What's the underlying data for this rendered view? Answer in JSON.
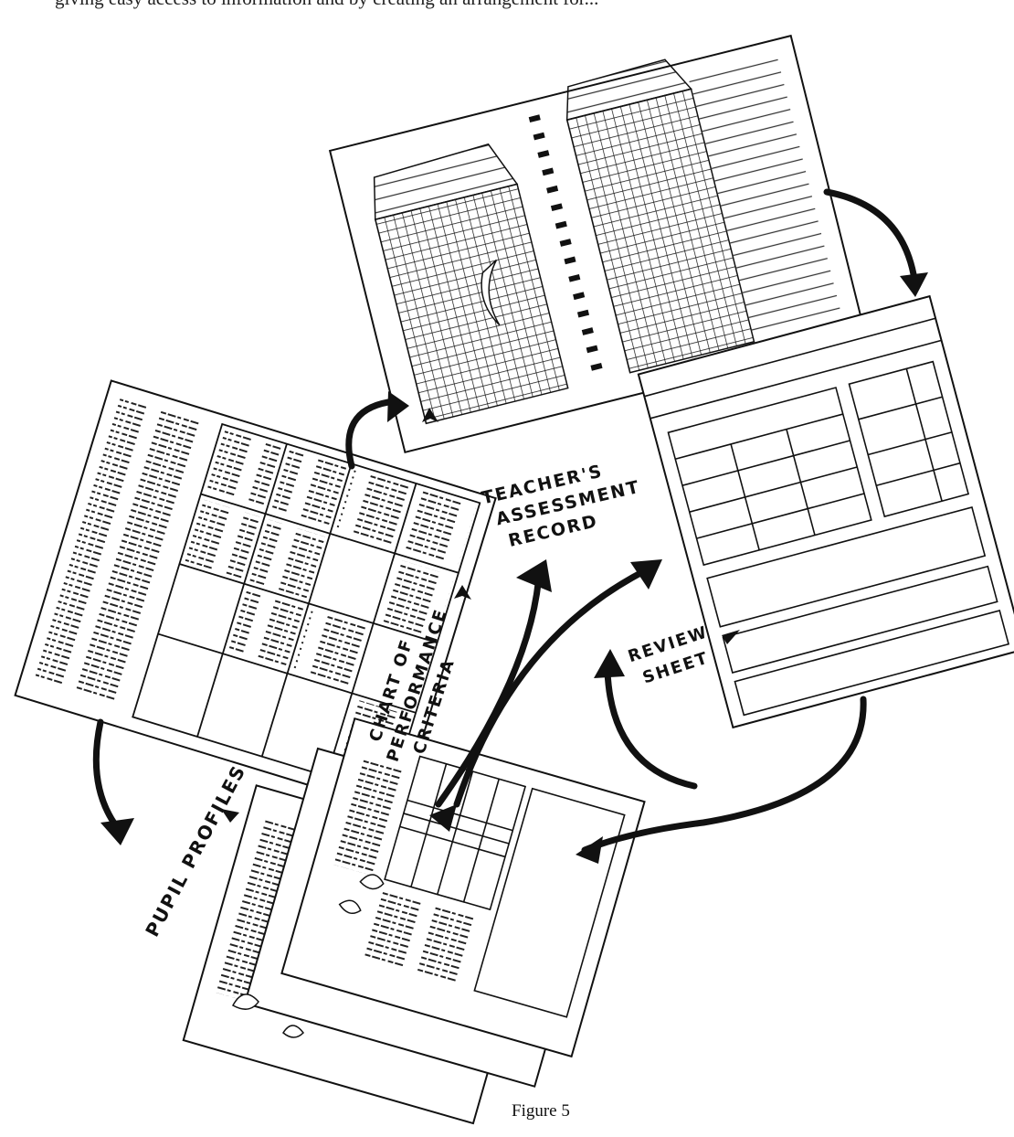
{
  "intro_text": "giving easy access to information and by creating an arrangement for...",
  "labels": {
    "teachers_assessment_record_line1": "TEACHER'S",
    "teachers_assessment_record_line2": "ASSESSMENT",
    "teachers_assessment_record_line3": "RECORD",
    "review_sheet_line1": "REVIEW",
    "review_sheet_line2": "SHEET",
    "chart_line1": "CHART OF",
    "chart_line2": "PERFORMANCE",
    "chart_line3": "CRITERIA",
    "pupil_profiles": "PUPIL PROFILES"
  },
  "caption": "Figure 5",
  "colors": {
    "ink": "#111111",
    "paper": "#ffffff"
  }
}
